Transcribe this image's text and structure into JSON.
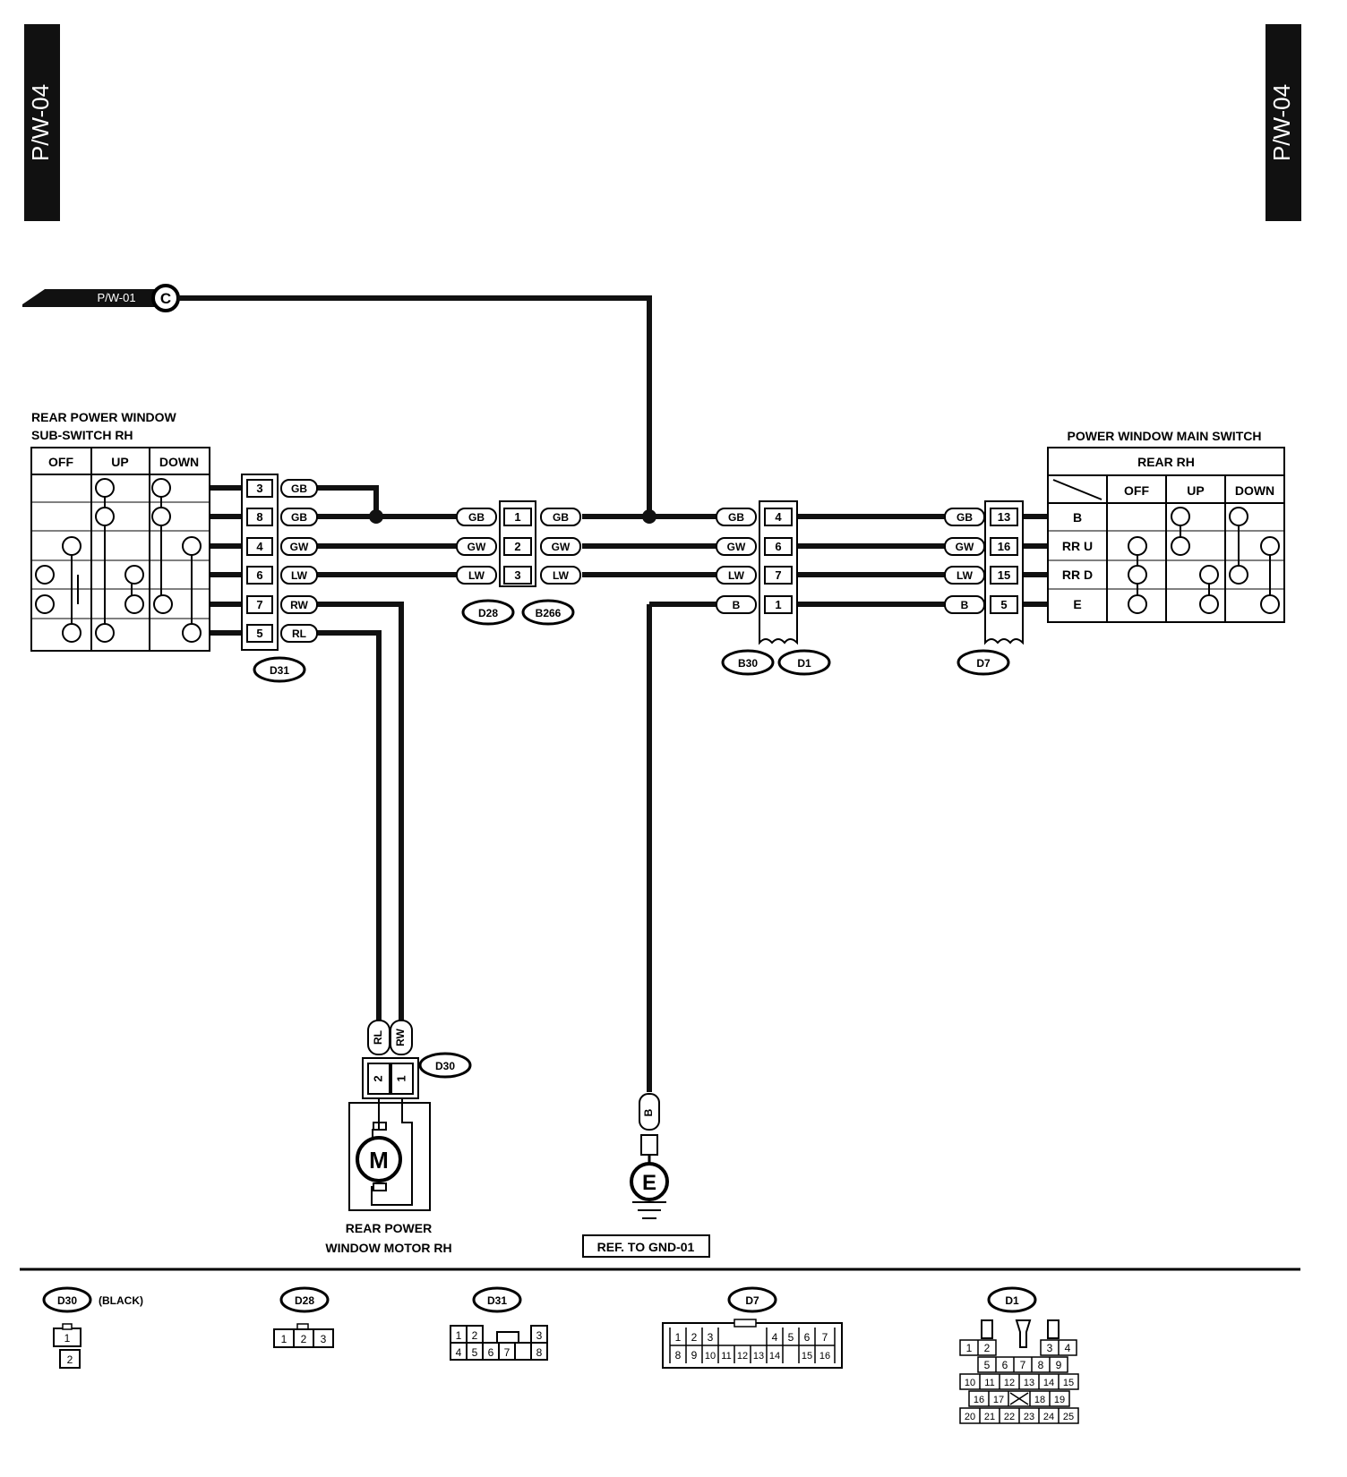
{
  "page_tag_left": "P/W-04",
  "page_tag_right": "P/W-04",
  "ref_in": {
    "text": "P/W-01",
    "letter": "C"
  },
  "sub_switch": {
    "title_line1": "REAR POWER WINDOW",
    "title_line2": "SUB-SWITCH RH",
    "cols": [
      "OFF",
      "UP",
      "DOWN"
    ]
  },
  "main_switch": {
    "title": "POWER WINDOW MAIN SWITCH",
    "subtitle": "REAR RH",
    "cols": [
      "OFF",
      "UP",
      "DOWN"
    ],
    "rows": [
      "B",
      "RR U",
      "RR D",
      "E"
    ]
  },
  "d31": {
    "pins": [
      "3",
      "8",
      "4",
      "6",
      "7",
      "5"
    ],
    "wires": [
      "GB",
      "GB",
      "GW",
      "LW",
      "RW",
      "RL"
    ],
    "name": "D31"
  },
  "d28_b266": {
    "pins": [
      "1",
      "2",
      "3"
    ],
    "wires_left": [
      "GB",
      "GW",
      "LW"
    ],
    "wires_right": [
      "GB",
      "GW",
      "LW"
    ],
    "names": [
      "D28",
      "B266"
    ]
  },
  "b30_d1": {
    "pins": [
      "4",
      "6",
      "7",
      "1"
    ],
    "wires": [
      "GB",
      "GW",
      "LW",
      "B"
    ],
    "names": [
      "B30",
      "D1"
    ]
  },
  "d7": {
    "pins": [
      "13",
      "16",
      "15",
      "5"
    ],
    "wires": [
      "GB",
      "GW",
      "LW",
      "B"
    ],
    "name": "D7"
  },
  "motor": {
    "wires": [
      "RL",
      "RW"
    ],
    "pins": [
      "2",
      "1"
    ],
    "connector": "D30",
    "symbol": "M",
    "label_line1": "REAR POWER",
    "label_line2": "WINDOW MOTOR RH"
  },
  "ground": {
    "wire": "B",
    "symbol": "E",
    "ref": "REF. TO GND-01"
  },
  "legend": {
    "d30": {
      "name": "D30",
      "note": "(BLACK)",
      "pins": [
        "1",
        "2"
      ]
    },
    "d28": {
      "name": "D28",
      "pins": [
        "1",
        "2",
        "3"
      ]
    },
    "d31": {
      "name": "D31",
      "row1": [
        "1",
        "2",
        "3"
      ],
      "row2": [
        "4",
        "5",
        "6",
        "7",
        "8"
      ]
    },
    "d7": {
      "name": "D7",
      "row1": [
        "1",
        "2",
        "3",
        "4",
        "5",
        "6",
        "7"
      ],
      "row2": [
        "8",
        "9",
        "10",
        "11",
        "12",
        "13",
        "14",
        "15",
        "16"
      ]
    },
    "d1": {
      "name": "D1",
      "row1": [
        "1",
        "2",
        "3",
        "4"
      ],
      "row2": [
        "5",
        "6",
        "7",
        "8",
        "9"
      ],
      "row3": [
        "10",
        "11",
        "12",
        "13",
        "14",
        "15"
      ],
      "row4": [
        "16",
        "17",
        "18",
        "19"
      ],
      "row5": [
        "20",
        "21",
        "22",
        "23",
        "24",
        "25"
      ]
    }
  }
}
